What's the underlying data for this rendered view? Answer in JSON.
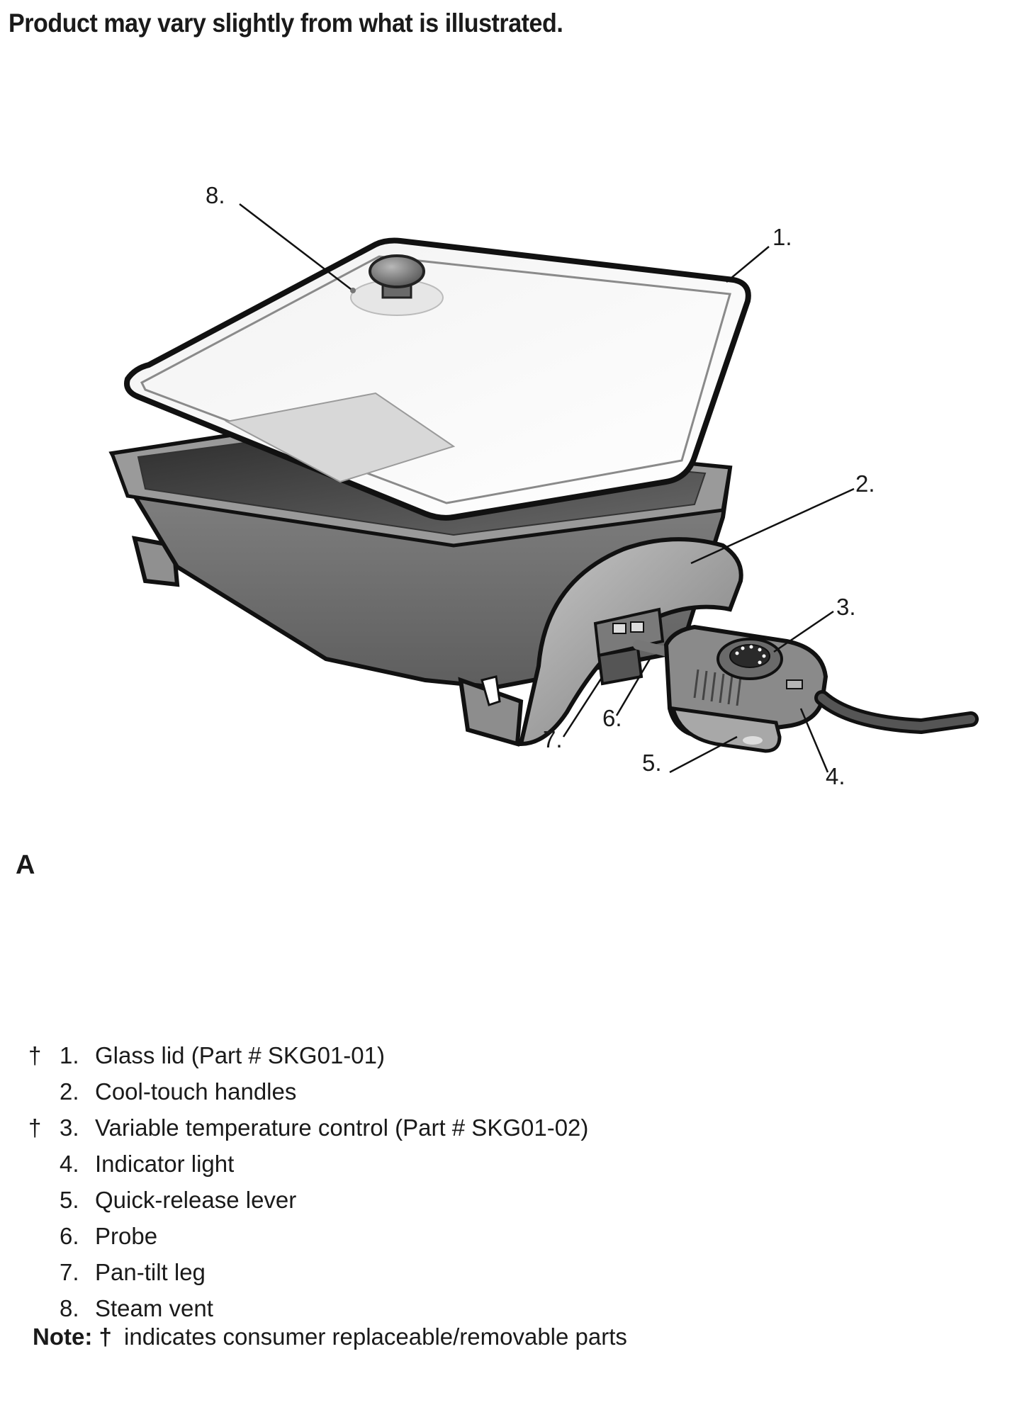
{
  "header": {
    "note": "Product may vary slightly from what is illustrated."
  },
  "figure": {
    "label": "A",
    "callouts": [
      "1.",
      "2.",
      "3.",
      "4.",
      "5.",
      "6.",
      "7.",
      "8."
    ]
  },
  "parts": [
    {
      "marker": "†",
      "number": "1.",
      "name": "Glass lid (Part # SKG01-01)"
    },
    {
      "marker": "",
      "number": "2.",
      "name": "Cool-touch handles"
    },
    {
      "marker": "†",
      "number": "3.",
      "name": "Variable temperature control (Part # SKG01-02)"
    },
    {
      "marker": "",
      "number": "4.",
      "name": "Indicator light"
    },
    {
      "marker": "",
      "number": "5.",
      "name": "Quick-release lever"
    },
    {
      "marker": "",
      "number": "6.",
      "name": "Probe"
    },
    {
      "marker": "",
      "number": "7.",
      "name": "Pan-tilt leg"
    },
    {
      "marker": "",
      "number": "8.",
      "name": "Steam vent"
    }
  ],
  "note": {
    "label": "Note:",
    "marker": "†",
    "text": "indicates consumer replaceable/removable parts"
  }
}
